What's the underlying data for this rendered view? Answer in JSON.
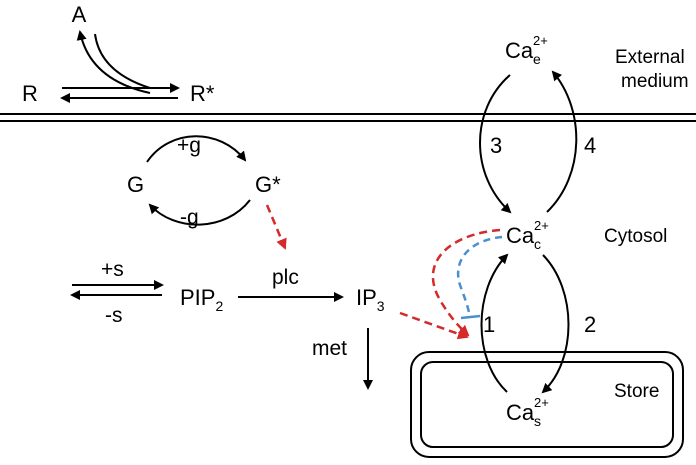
{
  "receptor": {
    "agonist": "A",
    "inactive": "R",
    "active": "R*"
  },
  "gprotein": {
    "inactive": "G",
    "active": "G*",
    "activation": "+g",
    "deactivation": "-g"
  },
  "pip2": {
    "base": "PIP",
    "sub": "2",
    "synthesis": "+s",
    "degradation": "-s",
    "enzyme": "plc"
  },
  "ip3": {
    "base": "IP",
    "sub": "3",
    "metabolism": "met"
  },
  "calcium": {
    "base": "Ca",
    "charge": "2+",
    "external_sub": "e",
    "cytosol_sub": "c",
    "store_sub": "s"
  },
  "flux_labels": [
    "1",
    "2",
    "3",
    "4"
  ],
  "compartments": {
    "external_line1": "External",
    "external_line2": "medium",
    "cytosol": "Cytosol",
    "store": "Store"
  },
  "colors": {
    "activation_arrow": "#d42a2a",
    "inhibition_arrow": "#4a8fcf",
    "default": "#000000"
  }
}
